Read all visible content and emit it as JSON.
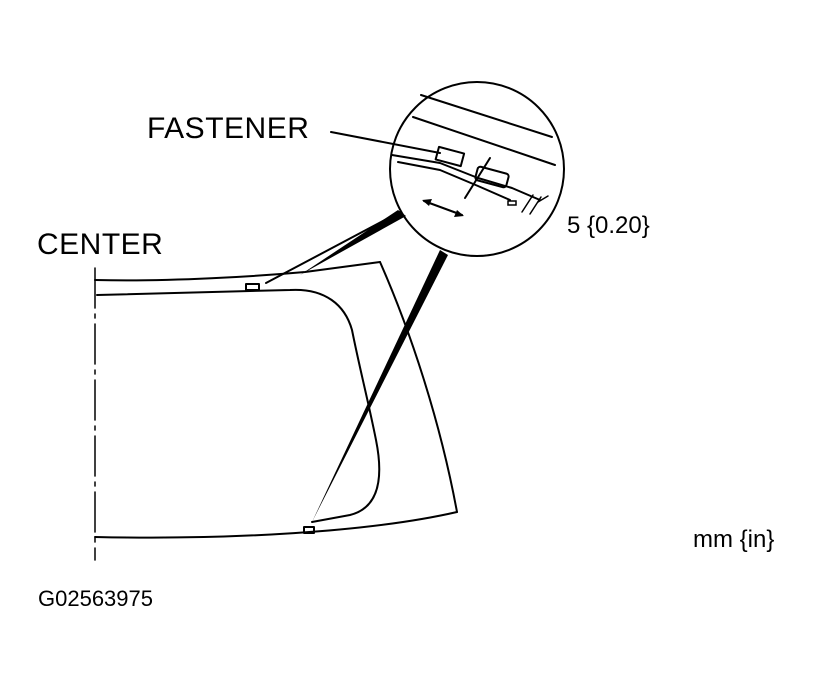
{
  "labels": {
    "fastener": "FASTENER",
    "center": "CENTER",
    "dimension": "5 {0.20}",
    "unit": "mm {in}",
    "code": "G02563975"
  },
  "colors": {
    "line": "#000000",
    "background": "#ffffff"
  }
}
